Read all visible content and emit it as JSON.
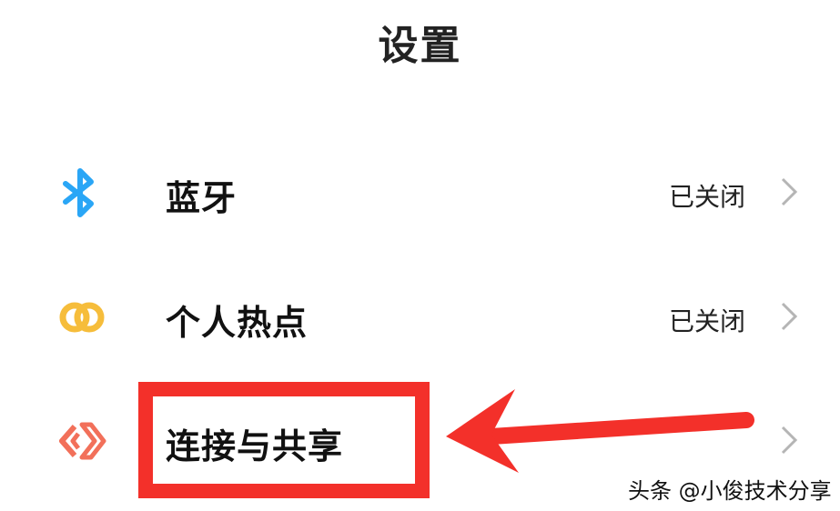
{
  "header": {
    "title": "设置"
  },
  "settings": [
    {
      "label": "蓝牙",
      "status": "已关闭",
      "icon": "bluetooth-icon",
      "icon_color": "#2aa6f6"
    },
    {
      "label": "个人热点",
      "status": "已关闭",
      "icon": "hotspot-icon",
      "icon_color": "#f6bd3b"
    },
    {
      "label": "连接与共享",
      "status": "",
      "icon": "connection-share-icon",
      "icon_color": "#f2705a"
    }
  ],
  "annotation": {
    "highlight_color": "#f3302a",
    "arrow_color": "#f3302a"
  },
  "watermark": "头条 @小俊技术分享"
}
